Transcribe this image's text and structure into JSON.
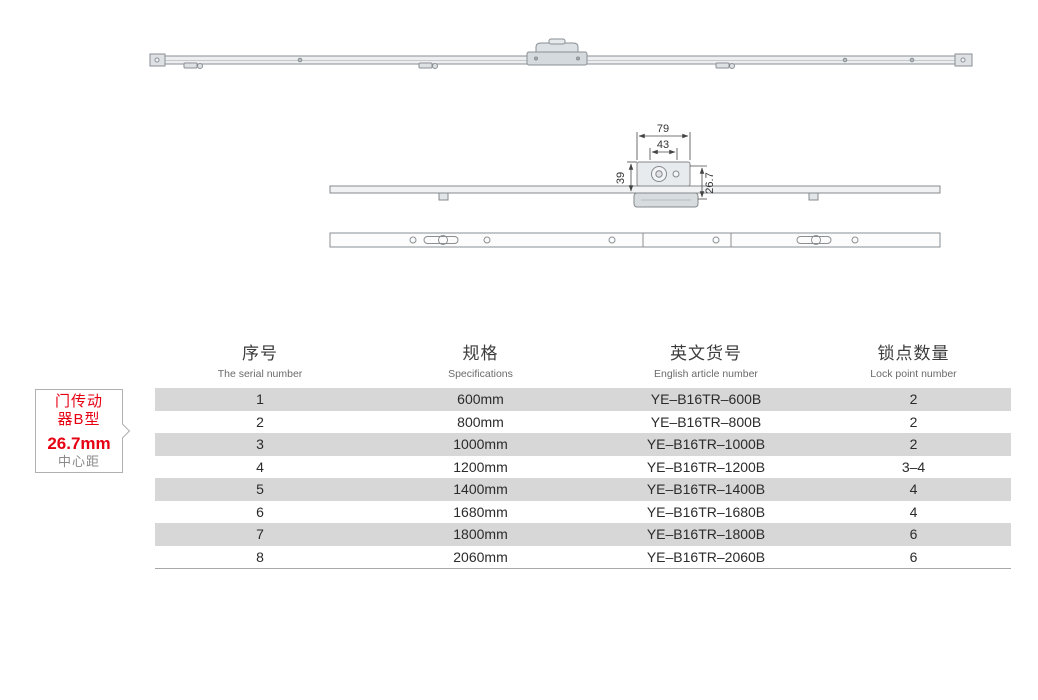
{
  "callout": {
    "title_line1": "门传动",
    "title_line2": "器B型",
    "size": "26.7mm",
    "subtitle": "中心距",
    "accent_color": "#e60012"
  },
  "diagram": {
    "dims": {
      "outer_width": "79",
      "inner_width": "43",
      "height": "39",
      "center_distance": "26.7"
    }
  },
  "table": {
    "columns": [
      {
        "zh": "序号",
        "en": "The serial number"
      },
      {
        "zh": "规格",
        "en": "Specifications"
      },
      {
        "zh": "英文货号",
        "en": "English article number"
      },
      {
        "zh": "锁点数量",
        "en": "Lock point number"
      }
    ],
    "rows": [
      [
        "1",
        "600mm",
        "YE–B16TR–600B",
        "2"
      ],
      [
        "2",
        "800mm",
        "YE–B16TR–800B",
        "2"
      ],
      [
        "3",
        "1000mm",
        "YE–B16TR–1000B",
        "2"
      ],
      [
        "4",
        "1200mm",
        "YE–B16TR–1200B",
        "3–4"
      ],
      [
        "5",
        "1400mm",
        "YE–B16TR–1400B",
        "4"
      ],
      [
        "6",
        "1680mm",
        "YE–B16TR–1680B",
        "4"
      ],
      [
        "7",
        "1800mm",
        "YE–B16TR–1800B",
        "6"
      ],
      [
        "8",
        "2060mm",
        "YE–B16TR–2060B",
        "6"
      ]
    ],
    "stripe_color": "#d7d7d7"
  }
}
